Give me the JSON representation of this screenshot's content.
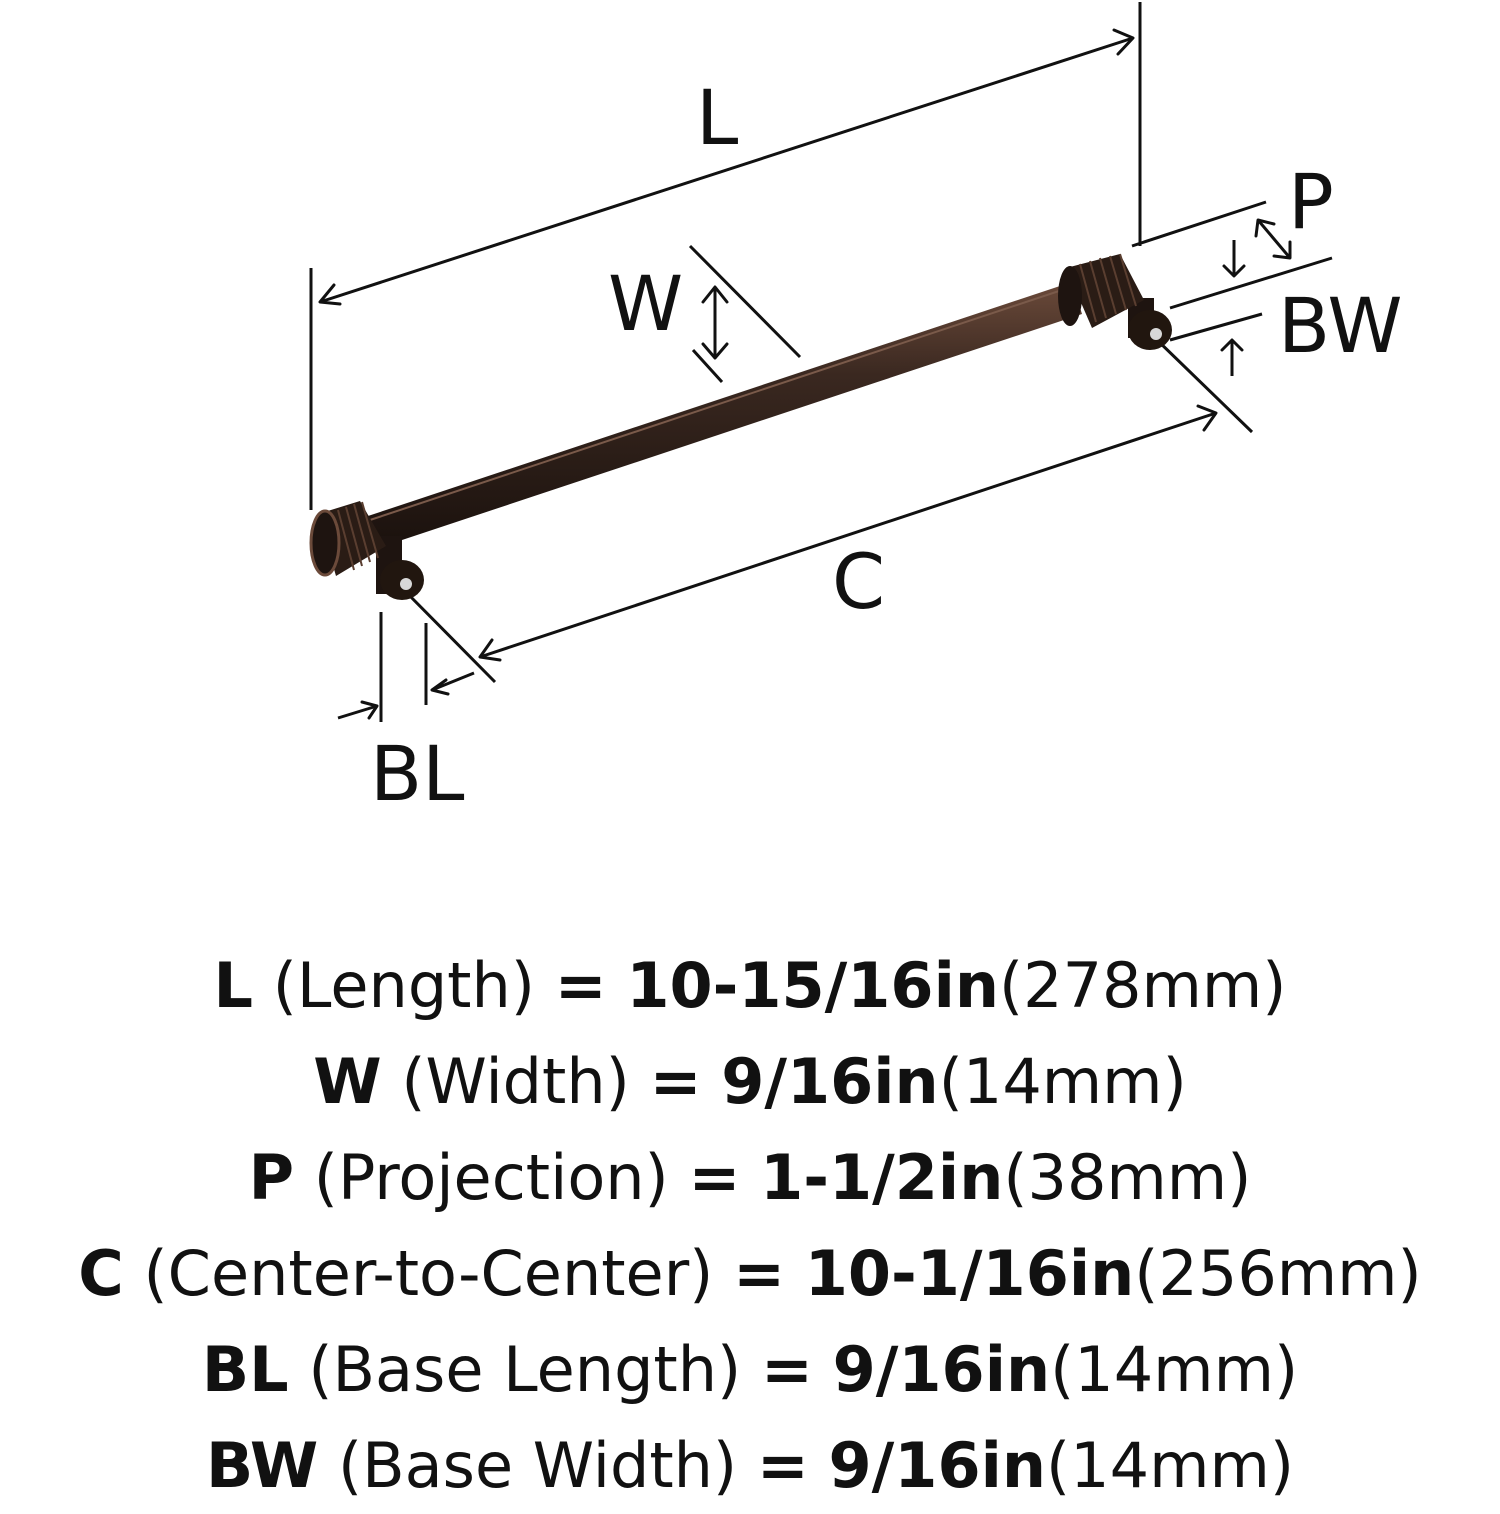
{
  "labels": {
    "L": "L",
    "W": "W",
    "P": "P",
    "BW": "BW",
    "C": "C",
    "BL": "BL"
  },
  "specs": [
    {
      "sym": "L",
      "desc": "(Length)",
      "imperial": "10-15/16in",
      "metric": "(278mm)"
    },
    {
      "sym": "W",
      "desc": "(Width)",
      "imperial": "9/16in",
      "metric": "(14mm)"
    },
    {
      "sym": "P",
      "desc": "(Projection)",
      "imperial": "1-1/2in",
      "metric": "(38mm)"
    },
    {
      "sym": "C",
      "desc": "(Center-to-Center)",
      "imperial": "10-1/16in",
      "metric": "(256mm)"
    },
    {
      "sym": "BL",
      "desc": "(Base Length)",
      "imperial": "9/16in",
      "metric": "(14mm)"
    },
    {
      "sym": "BW",
      "desc": "(Base Width)",
      "imperial": "9/16in",
      "metric": "(14mm)"
    }
  ],
  "equals": "=",
  "colors": {
    "ink": "#111111",
    "bronze": "#2b1d17",
    "bronze_highlight": "#6b4a3a"
  }
}
